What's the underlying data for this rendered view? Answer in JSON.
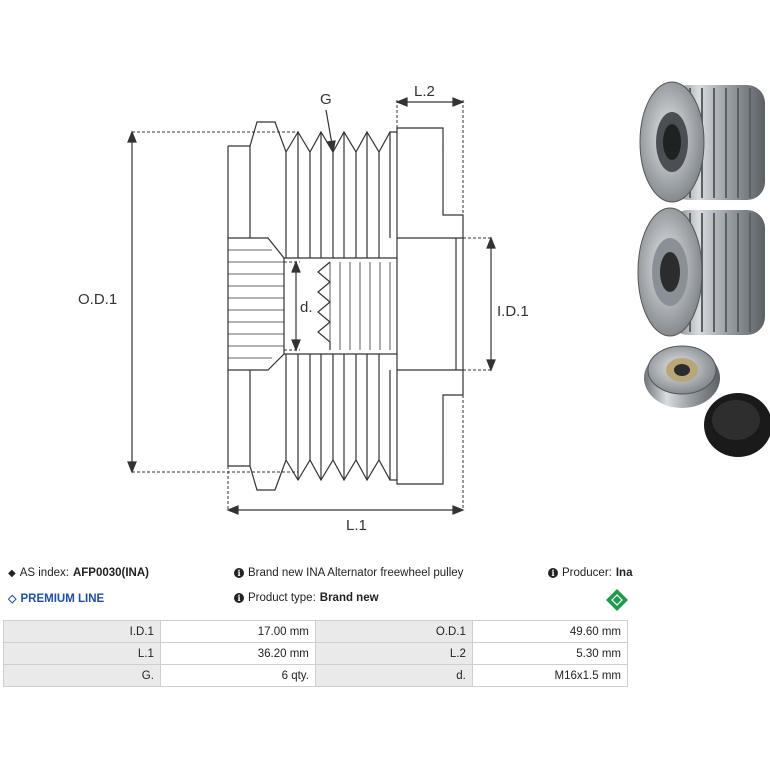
{
  "drawing": {
    "label_g": "G",
    "label_l2": "L.2",
    "label_od1": "O.D.1",
    "label_d": "d.",
    "label_id1": "I.D.1",
    "label_l1": "L.1"
  },
  "meta": {
    "as_index_label": "AS index:",
    "as_index_value": "AFP0030(INA)",
    "description": "Brand new INA Alternator freewheel pulley",
    "producer_label": "Producer:",
    "producer_value": "Ina",
    "premium_line": "PREMIUM LINE",
    "product_type_label": "Product type:",
    "product_type_value": "Brand new"
  },
  "specs": [
    {
      "label1": "I.D.1",
      "value1": "17.00 mm",
      "label2": "O.D.1",
      "value2": "49.60 mm"
    },
    {
      "label1": "L.1",
      "value1": "36.20 mm",
      "label2": "L.2",
      "value2": "5.30 mm"
    },
    {
      "label1": "G.",
      "value1": "6 qty.",
      "label2": "d.",
      "value2": "M16x1.5 mm"
    }
  ],
  "colors": {
    "premium": "#1f4fa6",
    "ina_badge": "#1e9a4a",
    "table_label_bg": "#eaeaea",
    "table_border": "#cfcfcf"
  }
}
